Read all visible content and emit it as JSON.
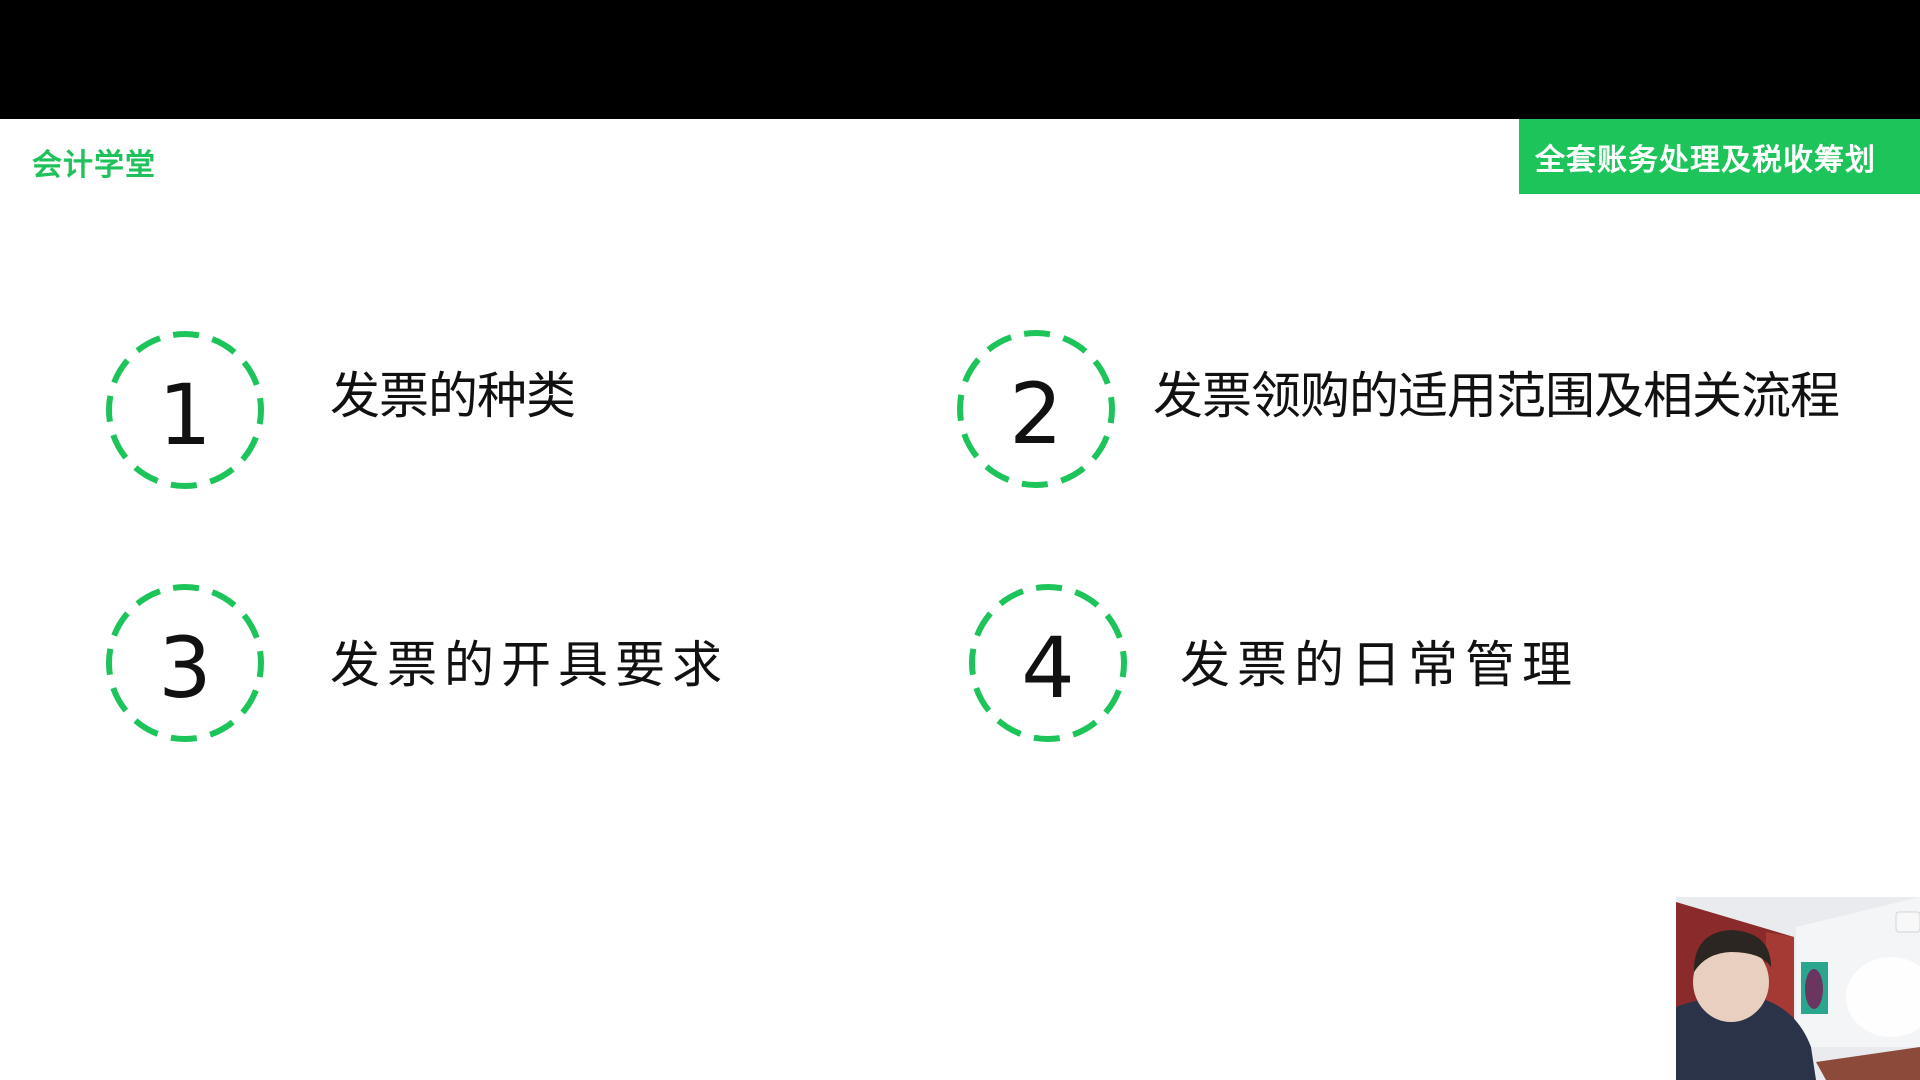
{
  "header": {
    "logo_text": "会计学堂",
    "banner_text": "全套账务处理及税收筹划"
  },
  "colors": {
    "accent_green": "#1dc45a",
    "text": "#111111",
    "background": "#ffffff"
  },
  "items": [
    {
      "number": "1",
      "label": "发票的种类"
    },
    {
      "number": "2",
      "label": "发票领购的适用范围及相关流程"
    },
    {
      "number": "3",
      "label": "发票的开具要求"
    },
    {
      "number": "4",
      "label": "发票的日常管理"
    }
  ],
  "webcam": {
    "description": "presenter-video-feed"
  }
}
